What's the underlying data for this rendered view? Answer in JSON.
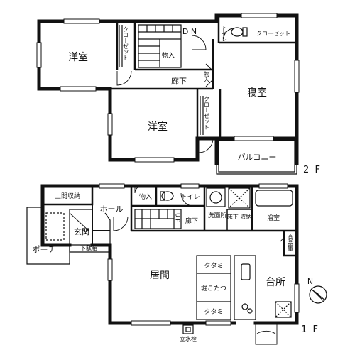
{
  "floor2": {
    "label": "2 F",
    "rooms": {
      "western_room_left": "洋室",
      "closet_1": "クローゼット",
      "storage_1": "物入",
      "dn": "D N",
      "toilet": "トイレ",
      "closet_2": "クローゼット",
      "hallway": "廊下",
      "storage_2": "物入",
      "bedroom": "寝室",
      "western_room_center": "洋室",
      "closet_3": "クローゼット",
      "balcony": "バルコニー"
    }
  },
  "floor1": {
    "label": "1 F",
    "rooms": {
      "earth_storage": "土間収納",
      "storage": "物入",
      "toilet": "トイレ",
      "hall": "ホール",
      "up": "U P",
      "hallway": "廊下",
      "washroom": "洗面所",
      "underfloor_storage": "床下 収納",
      "bathroom": "浴室",
      "entrance": "玄関",
      "porch": "ポーチ",
      "shoe_box": "下駄箱",
      "pantry": "食品庫",
      "living": "居間",
      "tatami_1": "タタミ",
      "kotatsu": "堀こたつ",
      "tatami_2": "タタミ",
      "kitchen": "台所",
      "water_faucet": "立水栓"
    }
  },
  "compass": {
    "label": "N"
  }
}
